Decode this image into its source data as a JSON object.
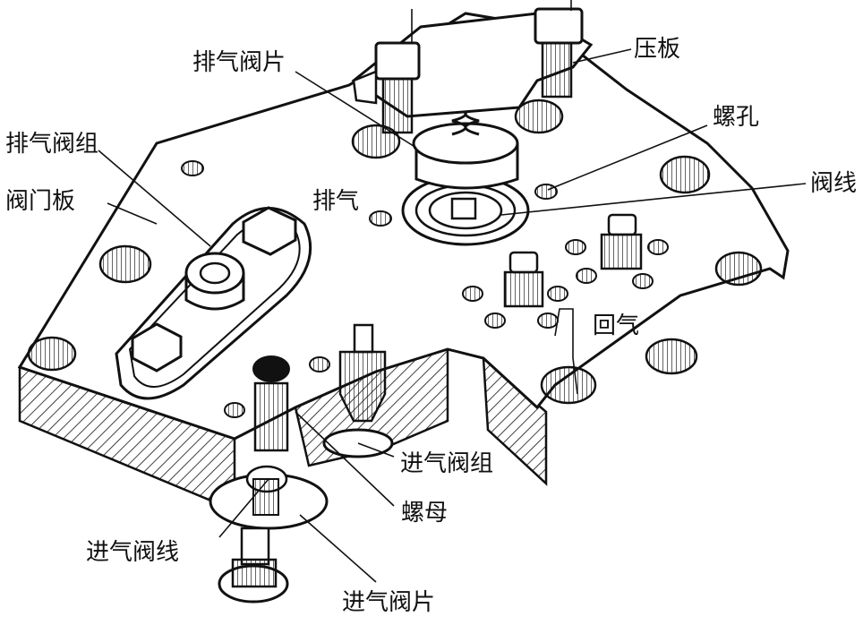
{
  "diagram": {
    "labels": {
      "pressure_plate": "压板",
      "exhaust_valve_plate": "排气阀片",
      "exhaust_valve_group": "排气阀组",
      "valve_plate": "阀门板",
      "screw_hole": "螺孔",
      "exhaust": "排气",
      "valve_line": "阀线",
      "return_gas": "回气",
      "intake_valve_group": "进气阀组",
      "nut": "螺母",
      "intake_valve_line": "进气阀线",
      "intake_valve_plate": "进气阀片"
    },
    "colors": {
      "line": "#111111",
      "fill": "#ffffff",
      "hatch": "#111111"
    }
  }
}
